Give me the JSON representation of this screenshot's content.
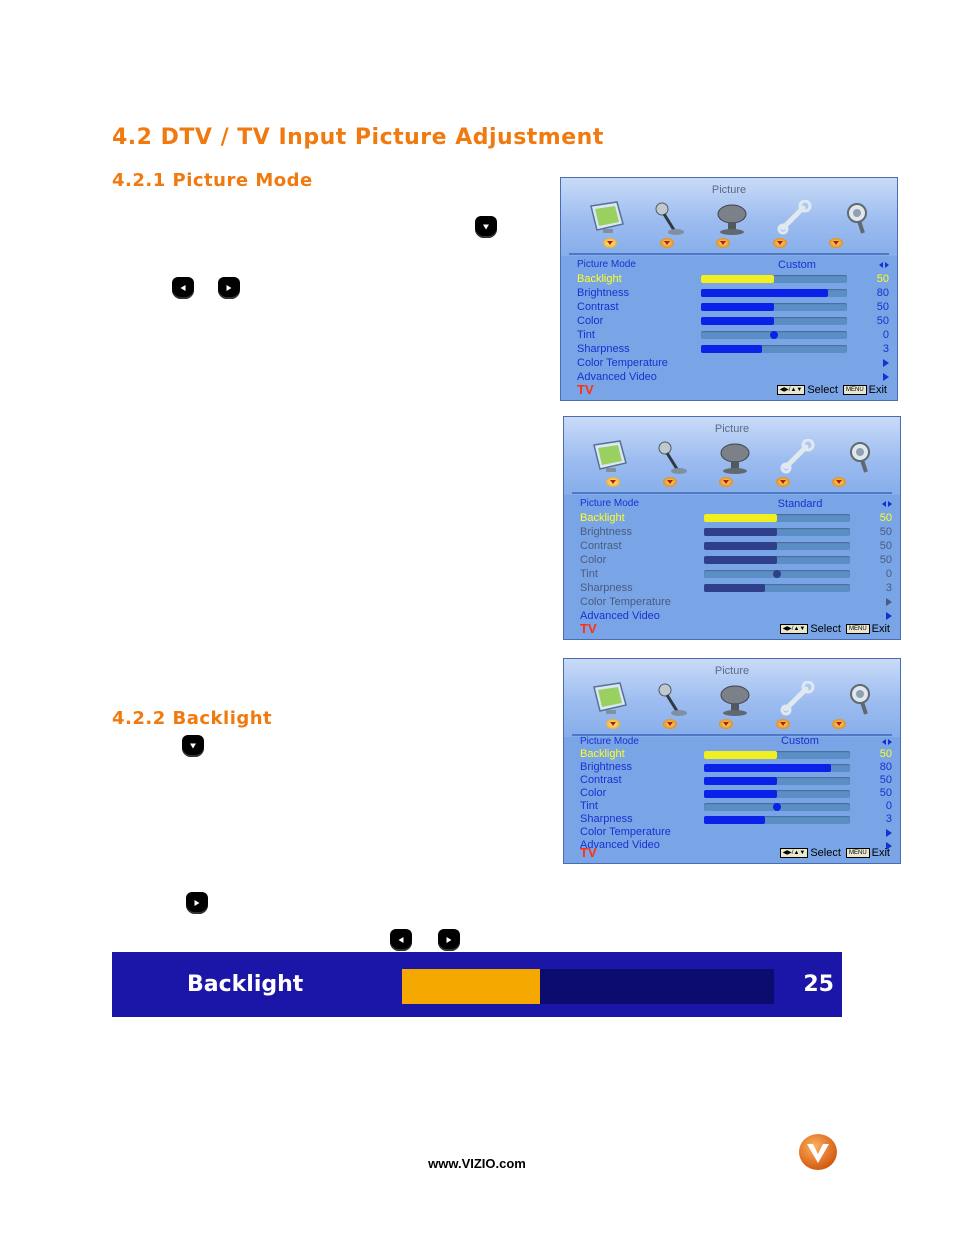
{
  "doc": {
    "title": "4.2 DTV / TV Input Picture Adjustment",
    "section_mode": "4.2.1 Picture Mode",
    "section_backlight": "4.2.2 Backlight",
    "footer_url": "www.VIZIO.com"
  },
  "osd1": {
    "title": "Picture",
    "mode_label": "Picture Mode",
    "mode_value": "Custom",
    "items": [
      {
        "label": "Backlight",
        "value": "50"
      },
      {
        "label": "Brightness",
        "value": "80"
      },
      {
        "label": "Contrast",
        "value": "50"
      },
      {
        "label": "Color",
        "value": "50"
      },
      {
        "label": "Tint",
        "value": "0"
      },
      {
        "label": "Sharpness",
        "value": "3"
      },
      {
        "label": "Color Temperature"
      },
      {
        "label": "Advanced Video"
      }
    ],
    "source": "TV",
    "hint_select": "Select",
    "hint_menu_key": "MENU",
    "hint_exit": "Exit"
  },
  "osd2": {
    "title": "Picture",
    "mode_label": "Picture Mode",
    "mode_value": "Standard",
    "items": [
      {
        "label": "Backlight",
        "value": "50"
      },
      {
        "label": "Brightness",
        "value": "50"
      },
      {
        "label": "Contrast",
        "value": "50"
      },
      {
        "label": "Color",
        "value": "50"
      },
      {
        "label": "Tint",
        "value": "0"
      },
      {
        "label": "Sharpness",
        "value": "3"
      },
      {
        "label": "Color Temperature"
      },
      {
        "label": "Advanced Video"
      }
    ],
    "source": "TV",
    "hint_select": "Select",
    "hint_menu_key": "MENU",
    "hint_exit": "Exit"
  },
  "osd3": {
    "title": "Picture",
    "mode_label": "Picture Mode",
    "mode_value": "Custom",
    "items": [
      {
        "label": "Backlight",
        "value": "50"
      },
      {
        "label": "Brightness",
        "value": "80"
      },
      {
        "label": "Contrast",
        "value": "50"
      },
      {
        "label": "Color",
        "value": "50"
      },
      {
        "label": "Tint",
        "value": "0"
      },
      {
        "label": "Sharpness",
        "value": "3"
      },
      {
        "label": "Color Temperature"
      },
      {
        "label": "Advanced Video"
      }
    ],
    "source": "TV",
    "hint_select": "Select",
    "hint_menu_key": "MENU",
    "hint_exit": "Exit"
  },
  "slider_levels": {
    "osd1": [
      0.5,
      0.87,
      0.5,
      0.5,
      0.5,
      0.42
    ],
    "osd2": [
      0.5,
      0.5,
      0.5,
      0.5,
      0.5,
      0.42
    ],
    "osd3": [
      0.5,
      0.87,
      0.5,
      0.5,
      0.5,
      0.42
    ]
  },
  "backlight_bar": {
    "label": "Backlight",
    "value": "25",
    "level": 0.37
  },
  "colors": {
    "heading": "#f07a10",
    "osd_bg": "#79a5e6",
    "osd_text": "#1a2fd0",
    "highlight": "#ffff20",
    "bar_bg": "#1c16a8",
    "bar_fill": "#f5a800"
  },
  "icons": [
    "monitor-icon",
    "microphone-icon",
    "satellite-dish-icon",
    "wrench-icon",
    "magnifier-icon",
    "remote-down-key-icon",
    "remote-left-key-icon",
    "remote-right-key-icon",
    "vizio-logo-icon"
  ]
}
